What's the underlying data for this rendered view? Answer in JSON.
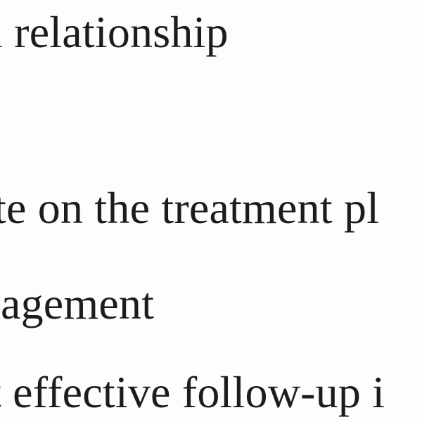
{
  "document": {
    "lines": [
      "ı relationship",
      "te on the treatment pl",
      "agement",
      "t effective follow-up i"
    ]
  }
}
